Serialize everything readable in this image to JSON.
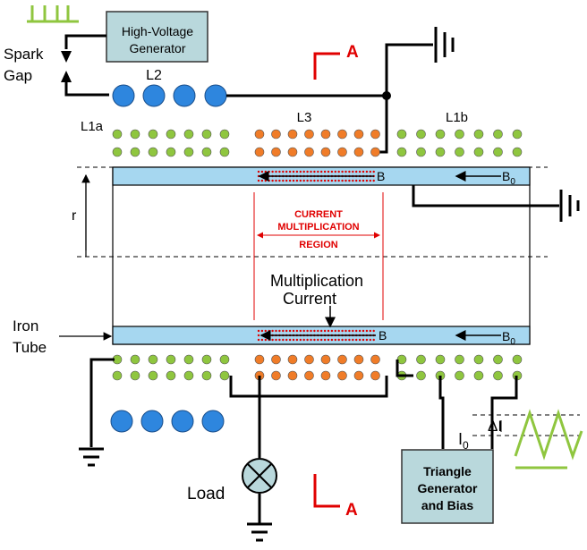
{
  "labels": {
    "spark_gap_line1": "Spark",
    "spark_gap_line2": "Gap",
    "hv_generator_line1": "High-Voltage",
    "hv_generator_line2": "Generator",
    "l2": "L2",
    "l1a": "L1a",
    "l3": "L3",
    "l1b": "L1b",
    "section_a_top": "A",
    "section_a_bottom": "A",
    "r": "r",
    "b_top": "B",
    "b0_top_main": "B",
    "b0_top_sub": "0",
    "b_bottom": "B",
    "b0_bottom_main": "B",
    "b0_bottom_sub": "0",
    "region_line1": "CURRENT",
    "region_line2": "MULTIPLICATION",
    "region_line3": "REGION",
    "mult_current_line1": "Multiplication",
    "mult_current_line2": "Current",
    "iron_tube_line1": "Iron",
    "iron_tube_line2": "Tube",
    "load": "Load",
    "triangle_gen_line1": "Triangle",
    "triangle_gen_line2": "Generator",
    "triangle_gen_line3": "and Bias",
    "i0_main": "I",
    "i0_sub": "0",
    "delta_i": "ΔI"
  },
  "colors": {
    "tube_fill": "#a6d7f0",
    "box_fill": "#b9d8dc",
    "coil_green": "#8fc63f",
    "coil_orange": "#f07c28",
    "coil_blue": "#2e86de",
    "accent_red": "#e00000",
    "pulse_green": "#8fc63f"
  }
}
